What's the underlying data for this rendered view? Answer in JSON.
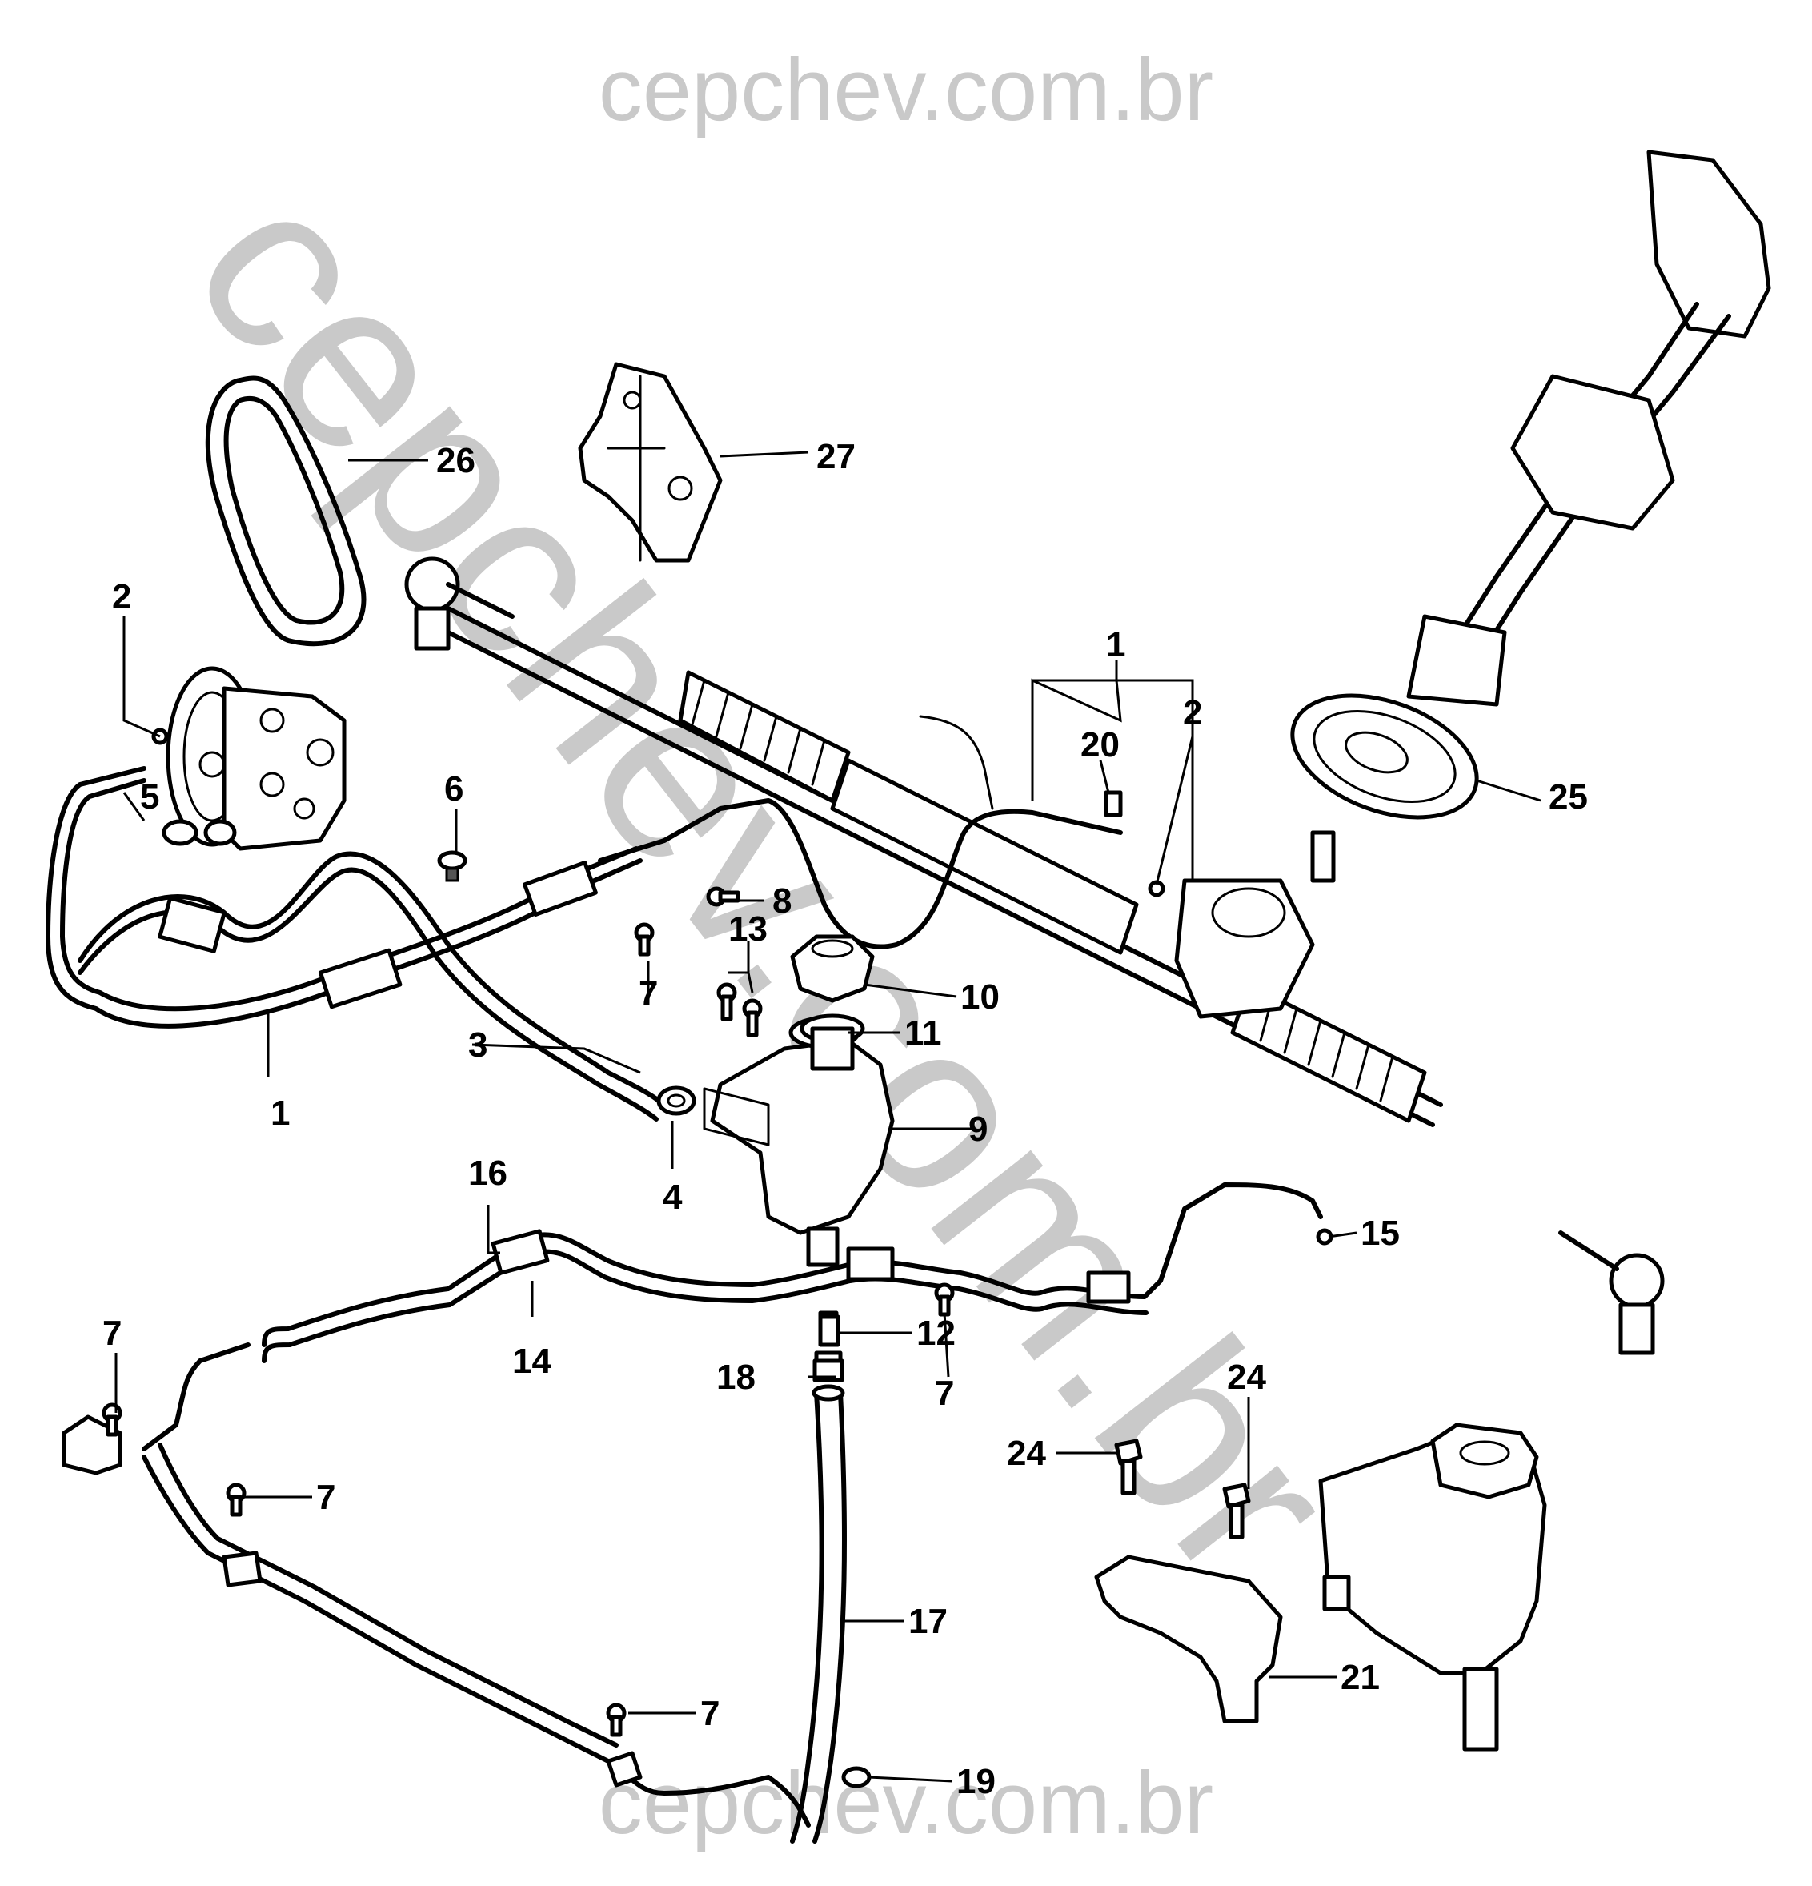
{
  "watermark": {
    "top": "cepchev.com.br",
    "diagonal": "cepchev.com.br",
    "bottom": "cepchev.com.br",
    "color": "#c9c9c9"
  },
  "callouts": {
    "c1a": "1",
    "c1b": "1",
    "c2a": "2",
    "c2b": "2",
    "c3": "3",
    "c4": "4",
    "c5": "5",
    "c6": "6",
    "c7a": "7",
    "c7b": "7",
    "c7c": "7",
    "c7d": "7",
    "c7e": "7",
    "c8": "8",
    "c9": "9",
    "c10": "10",
    "c11": "11",
    "c12": "12",
    "c13": "13",
    "c14": "14",
    "c15": "15",
    "c16": "16",
    "c17": "17",
    "c18": "18",
    "c19": "19",
    "c20": "20",
    "c21": "21",
    "c24a": "24",
    "c24b": "24",
    "c25": "25",
    "c26": "26",
    "c27": "27"
  }
}
